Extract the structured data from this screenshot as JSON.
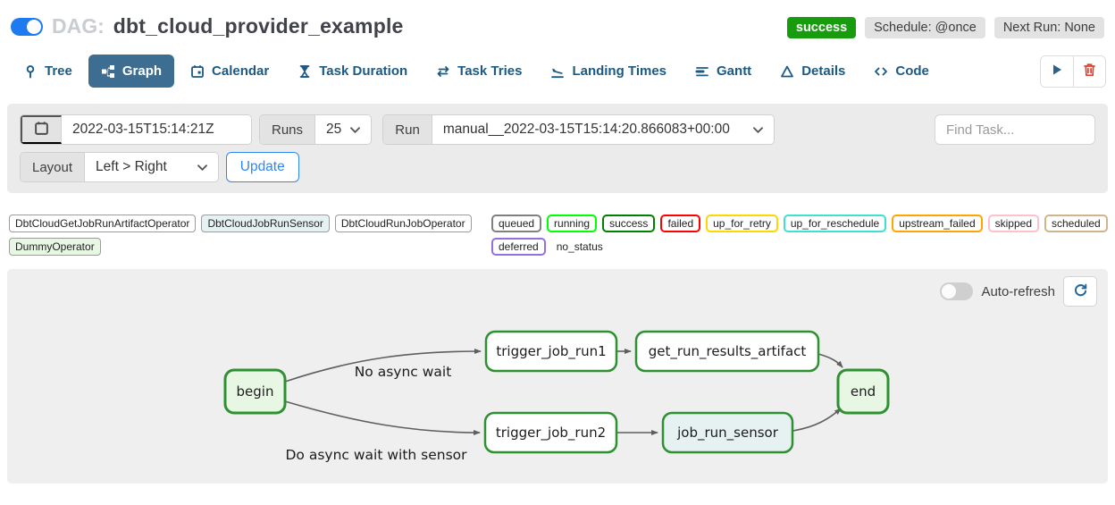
{
  "header": {
    "toggle_on": true,
    "dag_prefix": "DAG:",
    "dag_title": "dbt_cloud_provider_example",
    "badges": {
      "status": "success",
      "schedule": "Schedule: @once",
      "next_run": "Next Run: None"
    },
    "colors": {
      "status_badge": "#169c0d",
      "toggle_on_color": "#1e7af0"
    }
  },
  "tabs": {
    "active": "Graph",
    "items": [
      {
        "label": "Tree",
        "icon": "pin-icon"
      },
      {
        "label": "Graph",
        "icon": "graph-icon"
      },
      {
        "label": "Calendar",
        "icon": "calendar-icon"
      },
      {
        "label": "Task Duration",
        "icon": "hourglass-icon"
      },
      {
        "label": "Task Tries",
        "icon": "repeat-icon"
      },
      {
        "label": "Landing Times",
        "icon": "plane-landing-icon"
      },
      {
        "label": "Gantt",
        "icon": "gantt-icon"
      },
      {
        "label": "Details",
        "icon": "details-icon"
      },
      {
        "label": "Code",
        "icon": "code-icon"
      }
    ]
  },
  "toolbar": {
    "play_icon": "play-icon",
    "delete_icon": "trash-icon",
    "play_color": "#2b628c",
    "delete_color": "#e0402f"
  },
  "filters": {
    "date_value": "2022-03-15T15:14:21Z",
    "runs_label": "Runs",
    "runs_value": "25",
    "run_label": "Run",
    "run_value": "manual__2022-03-15T15:14:20.866083+00:00",
    "find_task_placeholder": "Find Task...",
    "layout_label": "Layout",
    "layout_value": "Left > Right",
    "update_label": "Update"
  },
  "legend": {
    "operators": [
      {
        "label": "DbtCloudGetJobRunArtifactOperator",
        "fill": "#ffffff"
      },
      {
        "label": "DbtCloudJobRunSensor",
        "fill": "#e6f1f2"
      },
      {
        "label": "DbtCloudRunJobOperator",
        "fill": "#ffffff"
      },
      {
        "label": "DummyOperator",
        "fill": "#e8f7e4"
      }
    ],
    "statuses": [
      {
        "label": "queued",
        "border": "#808080"
      },
      {
        "label": "running",
        "border": "#00ff00"
      },
      {
        "label": "success",
        "border": "#008000"
      },
      {
        "label": "failed",
        "border": "#ff0000"
      },
      {
        "label": "up_for_retry",
        "border": "#ffd700"
      },
      {
        "label": "up_for_reschedule",
        "border": "#40e0d0"
      },
      {
        "label": "upstream_failed",
        "border": "#ffa500"
      },
      {
        "label": "skipped",
        "border": "#ffc0cb"
      },
      {
        "label": "scheduled",
        "border": "#d2b48c"
      },
      {
        "label": "deferred",
        "border": "#9370db"
      },
      {
        "label": "no_status",
        "border": null
      }
    ]
  },
  "graph": {
    "auto_refresh_label": "Auto-refresh",
    "auto_refresh_on": false,
    "refresh_icon": "refresh-icon",
    "node_colors": {
      "dummy_fill": "#e8f7e4",
      "sensor_fill": "#e6f1f2",
      "operator_fill": "#ffffff",
      "success_border": "#2d9031"
    },
    "nodes": [
      {
        "id": "begin",
        "label": "begin",
        "type": "dummy",
        "state": "success"
      },
      {
        "id": "trigger_job_run1",
        "label": "trigger_job_run1",
        "type": "operator",
        "state": "success"
      },
      {
        "id": "get_run_results_artifact",
        "label": "get_run_results_artifact",
        "type": "operator",
        "state": "success"
      },
      {
        "id": "trigger_job_run2",
        "label": "trigger_job_run2",
        "type": "operator",
        "state": "success"
      },
      {
        "id": "job_run_sensor",
        "label": "job_run_sensor",
        "type": "sensor",
        "state": "success"
      },
      {
        "id": "end",
        "label": "end",
        "type": "dummy",
        "state": "success"
      }
    ],
    "edges": [
      {
        "from": "begin",
        "to": "trigger_job_run1",
        "label": "No async wait"
      },
      {
        "from": "begin",
        "to": "trigger_job_run2",
        "label": "Do async wait with sensor"
      },
      {
        "from": "trigger_job_run1",
        "to": "get_run_results_artifact",
        "label": ""
      },
      {
        "from": "trigger_job_run2",
        "to": "job_run_sensor",
        "label": ""
      },
      {
        "from": "get_run_results_artifact",
        "to": "end",
        "label": ""
      },
      {
        "from": "job_run_sensor",
        "to": "end",
        "label": ""
      }
    ]
  }
}
